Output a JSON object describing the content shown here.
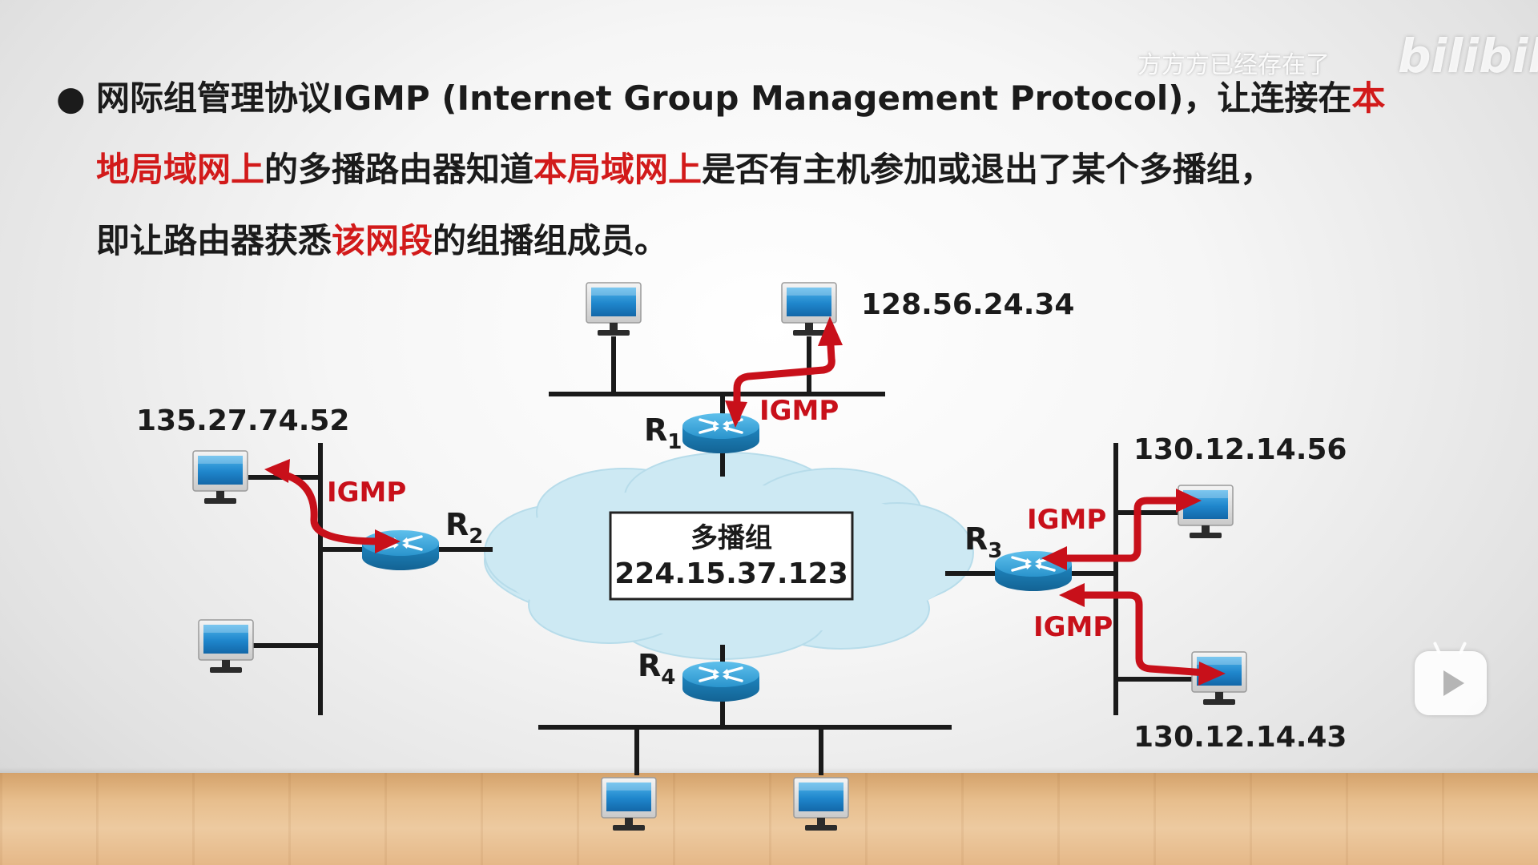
{
  "slide": {
    "line1": {
      "bullet": "●",
      "normal": "网际组管理协议IGMP (Internet Group Management Protocol)，让连接在",
      "red": "本"
    },
    "line2": {
      "red1": "地局域网上",
      "normal1": "的多播路由器知道",
      "red2": "本局域网上",
      "normal2": "是否有主机参加或退出了某个多播组，"
    },
    "line3": {
      "normal1": "即让路由器获悉",
      "red": "该网段",
      "normal2": "的组播组成员。"
    }
  },
  "diagram": {
    "multicast_group": {
      "title": "多播组",
      "address": "224.15.37.123"
    },
    "routers": [
      {
        "id": "R1",
        "letter": "R",
        "sub": "1"
      },
      {
        "id": "R2",
        "letter": "R",
        "sub": "2"
      },
      {
        "id": "R3",
        "letter": "R",
        "sub": "3"
      },
      {
        "id": "R4",
        "letter": "R",
        "sub": "4"
      }
    ],
    "host_ips": {
      "r1_host": "128.56.24.34",
      "r2_host": "135.27.74.52",
      "r3_host_top": "130.12.14.56",
      "r3_host_bottom": "130.12.14.43"
    },
    "igmp_label": "IGMP"
  },
  "overlay": {
    "watermark": "方方方已经存在了",
    "logo": "bilibili"
  },
  "colors": {
    "text": "#1b1b1b",
    "highlight": "#d21a1a",
    "arrow": "#c8101a",
    "cloud": "#cde9f3",
    "router": "#1f8fc4",
    "bus": "#1a1a1a"
  }
}
